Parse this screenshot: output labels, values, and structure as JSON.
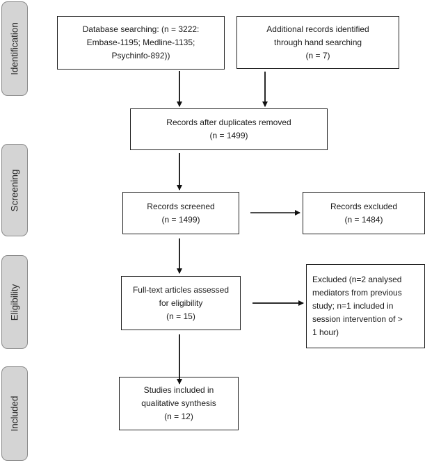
{
  "phases": {
    "identification": "Identification",
    "screening": "Screening",
    "eligibility": "Eligibility",
    "included": "Included"
  },
  "boxes": {
    "database_search": [
      "Database searching: (n = 3222:",
      "Embase-1195; Medline-1135;",
      "Psychinfo-892))"
    ],
    "hand_search": [
      "Additional records identified",
      "through hand searching",
      "(n = 7)"
    ],
    "duplicates_removed": [
      "Records after duplicates removed",
      "(n = 1499)"
    ],
    "screened": [
      "Records screened",
      "(n = 1499)"
    ],
    "excluded": [
      "Records excluded",
      "(n = 1484)"
    ],
    "fulltext": [
      "Full-text articles assessed",
      "for eligibility",
      "(n = 15)"
    ],
    "fulltext_excluded": [
      "Excluded (n=2 analysed",
      "mediators from previous",
      "study; n=1 included in",
      "session intervention of >",
      "1 hour)"
    ],
    "included": [
      "Studies included in",
      "qualitative synthesis",
      "(n = 12)"
    ]
  },
  "colors": {
    "phase_fill": "#d4d4d4",
    "phase_border": "#8a8a8a",
    "box_border": "#1f1f1f",
    "arrow": "#111111"
  }
}
